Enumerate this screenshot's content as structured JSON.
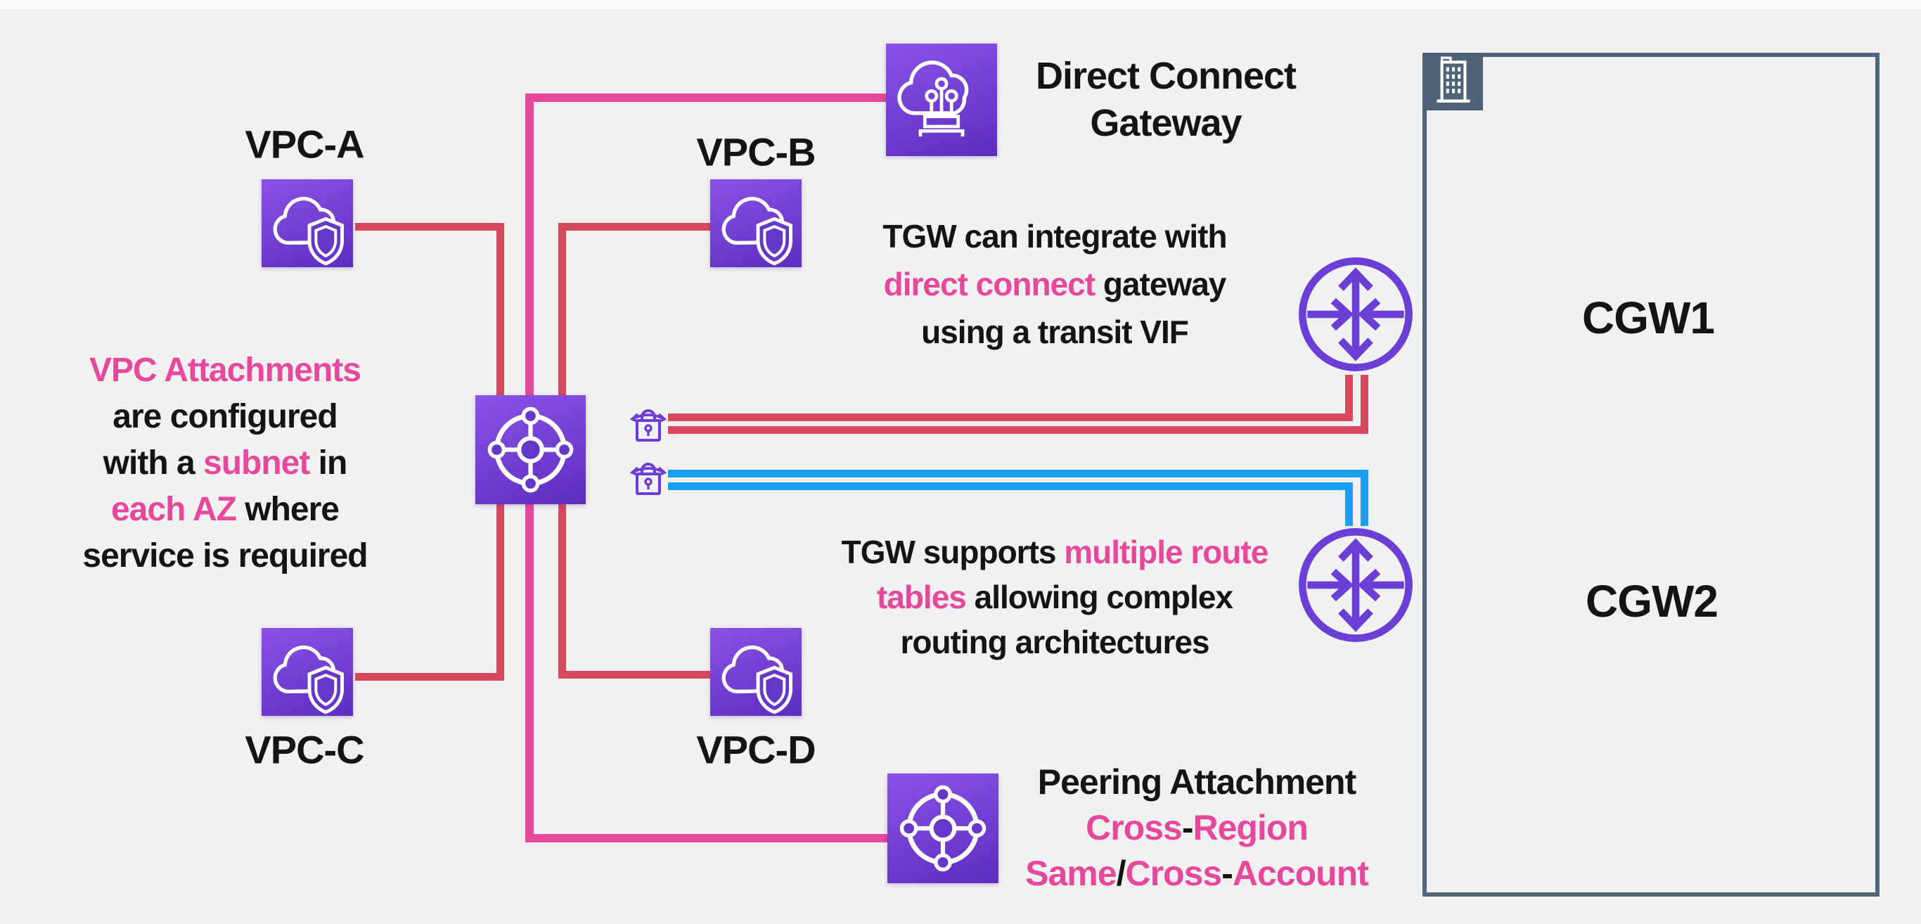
{
  "colors": {
    "bg": "#f2f1f2",
    "top_strip": "#fbfbfb",
    "pink": "#e6489c",
    "red": "#d7495f",
    "blue": "#18a0f0",
    "purple": "#6b3fd6",
    "icon_grad_a": "#8a53e6",
    "icon_grad_b": "#5c2dbe",
    "icon_fill": "#6636c9",
    "box_border": "#53677c",
    "badge_bg": "#4e6377",
    "text_black": "#141414"
  },
  "labels": {
    "vpc_a": "VPC-A",
    "vpc_b": "VPC-B",
    "vpc_c": "VPC-C",
    "vpc_d": "VPC-D",
    "cgw1": "CGW1",
    "cgw2": "CGW2",
    "dcg_title_line1": "Direct Connect",
    "dcg_title_line2": "Gateway"
  },
  "icons": {
    "vpc": "cloud-shield-icon",
    "tgw": "transit-gateway-icon",
    "dcg": "direct-connect-gateway-cloud-icon",
    "router": "router-icon",
    "vpn_lock": "vpn-lock-icon",
    "building": "corporate-building-icon"
  },
  "notes": {
    "vpc_attachments": {
      "lines": [
        {
          "parts": [
            {
              "t": "VPC Attachments",
              "c": "pink"
            }
          ]
        },
        {
          "parts": [
            {
              "t": "are configured",
              "c": "black"
            }
          ]
        },
        {
          "parts": [
            {
              "t": "with a ",
              "c": "black"
            },
            {
              "t": "subnet",
              "c": "pink"
            },
            {
              "t": " in",
              "c": "black"
            }
          ]
        },
        {
          "parts": [
            {
              "t": "each AZ",
              "c": "pink"
            },
            {
              "t": " where",
              "c": "black"
            }
          ]
        },
        {
          "parts": [
            {
              "t": "service is required",
              "c": "black"
            }
          ]
        }
      ]
    },
    "dcg_integration": {
      "lines": [
        {
          "parts": [
            {
              "t": "TGW can integrate with",
              "c": "black"
            }
          ]
        },
        {
          "parts": [
            {
              "t": "direct connect",
              "c": "pink"
            },
            {
              "t": " gateway",
              "c": "black"
            }
          ]
        },
        {
          "parts": [
            {
              "t": "using a transit VIF",
              "c": "black"
            }
          ]
        }
      ]
    },
    "route_tables": {
      "lines": [
        {
          "parts": [
            {
              "t": "TGW supports ",
              "c": "black"
            },
            {
              "t": "multiple route",
              "c": "pink"
            }
          ]
        },
        {
          "parts": [
            {
              "t": "tables",
              "c": "pink"
            },
            {
              "t": " allowing complex",
              "c": "black"
            }
          ]
        },
        {
          "parts": [
            {
              "t": "routing architectures",
              "c": "black"
            }
          ]
        }
      ]
    },
    "peering": {
      "lines": [
        {
          "parts": [
            {
              "t": "Peering Attachment",
              "c": "black"
            }
          ]
        },
        {
          "parts": [
            {
              "t": "Cross",
              "c": "pink"
            },
            {
              "t": "-",
              "c": "black"
            },
            {
              "t": "Region",
              "c": "pink"
            }
          ]
        },
        {
          "parts": [
            {
              "t": "Same",
              "c": "pink"
            },
            {
              "t": "/",
              "c": "black"
            },
            {
              "t": "Cross",
              "c": "pink"
            },
            {
              "t": "-",
              "c": "black"
            },
            {
              "t": "Account",
              "c": "pink"
            }
          ]
        }
      ]
    }
  }
}
